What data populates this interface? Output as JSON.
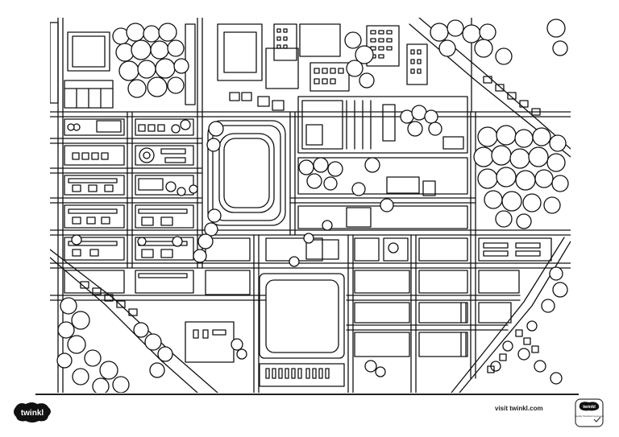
{
  "brand": {
    "logo_text": "twinkl",
    "footer_link": "visit twinkl.com",
    "badge_text": "twinkl",
    "badge_caption": "Quality Standard Approved"
  },
  "map": {
    "style": "black outline on white, colouring sheet",
    "features": [
      "roads",
      "city blocks",
      "buildings",
      "trees",
      "stadium",
      "sports field"
    ]
  }
}
